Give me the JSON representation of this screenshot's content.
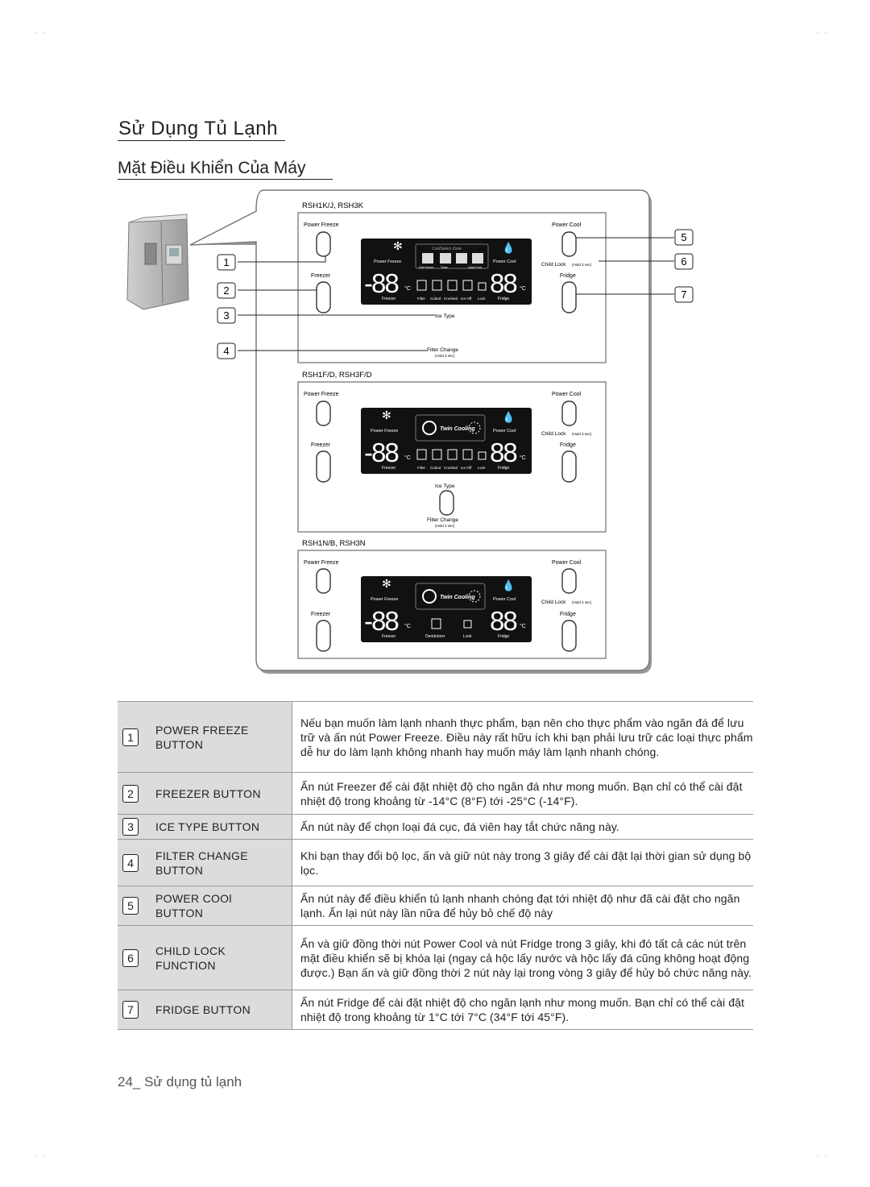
{
  "page": {
    "title": "Sử Dụng Tủ Lạnh",
    "subtitle": "Mặt Điều Khiển Của Máy",
    "footer": "24_ Sử dụng tủ lạnh"
  },
  "panels": [
    {
      "model": "RSH1K/J, RSH3K",
      "power_freeze": "Power Freeze",
      "power_cool": "Power Cool",
      "freezer": "Freezer",
      "fridge": "Fridge",
      "child_lock": "Child Lock",
      "child_lock_hold": "(Hold 3 sec)",
      "display_zone": "CoolSelect Zone",
      "display_icons": [
        "Soft Freeze",
        "Thaw",
        "Quick Cool"
      ],
      "display_bottom": [
        "Freezer",
        "Filter",
        "Cubed",
        "Crushed",
        "Ice Off",
        "Lock",
        "Fridge"
      ],
      "ice_type": "Ice Type",
      "filter_change": "Filter Change",
      "filter_hold": "(Hold 3 sec)"
    },
    {
      "model": "RSH1F/D, RSH3F/D",
      "power_freeze": "Power Freeze",
      "power_cool": "Power Cool",
      "freezer": "Freezer",
      "fridge": "Fridge",
      "child_lock": "Child Lock",
      "child_lock_hold": "(Hold 3 sec)",
      "display_zone": "Twin Cooling",
      "display_bottom": [
        "Freezer",
        "Filter",
        "Cubed",
        "Crushed",
        "Ice Off",
        "Lock",
        "Fridge"
      ],
      "ice_type": "Ice Type",
      "filter_change": "Filter Change",
      "filter_hold": "(Hold 3 sec)"
    },
    {
      "model": "RSH1N/B, RSH3N",
      "power_freeze": "Power Freeze",
      "power_cool": "Power Cool",
      "freezer": "Freezer",
      "fridge": "Fridge",
      "child_lock": "Child Lock",
      "child_lock_hold": "(Hold 3 sec)",
      "display_zone": "Twin Cooling",
      "display_bottom": [
        "Freezer",
        "Deodorizer",
        "Lock",
        "Fridge"
      ]
    }
  ],
  "callouts": [
    "1",
    "2",
    "3",
    "4",
    "5",
    "6",
    "7"
  ],
  "display_digits": "-88",
  "display_unit": "°C",
  "colors": {
    "display_bg": "#111111",
    "panel_border": "#8a8a8a",
    "table_label_bg": "#dcdcdc"
  },
  "table": [
    {
      "num": "1",
      "name": "POWER FREEZE\nBUTTON",
      "desc": "Nếu bạn muốn làm lạnh nhanh thực phẩm, bạn nên cho thực phẩm vào ngăn đá để lưu trữ và ấn nút Power Freeze. Điều này rất hữu ích khi bạn phải lưu trữ các loại thực phẩm dễ hư do làm lạnh không nhanh hay muốn máy làm lạnh nhanh chóng."
    },
    {
      "num": "2",
      "name": "FREEZER BUTTON",
      "desc": "Ấn nút Freezer để cài đặt nhiệt độ cho ngăn đá như mong muốn. Bạn chỉ có thể cài đặt nhiệt độ trong khoảng từ -14°C (8°F) tới -25°C (-14°F)."
    },
    {
      "num": "3",
      "name": "ICE TYPE BUTTON",
      "desc": "Ấn nút này để chọn loại đá cục, đá viên hay tắt chức năng này."
    },
    {
      "num": "4",
      "name": "FILTER CHANGE\nBUTTON",
      "desc": "Khi bạn thay đổi bộ lọc, ấn và giữ nút này trong 3 giây để cài đặt lại thời gian sử dụng bộ lọc."
    },
    {
      "num": "5",
      "name": "POWER COOl\nBUTTON",
      "desc": "Ấn nút này để điều khiển tủ lạnh nhanh chóng đạt tới nhiệt độ như đã cài đặt cho ngăn lạnh. Ấn lại nút này lần nữa để hủy bỏ chế độ này"
    },
    {
      "num": "6",
      "name": "CHILD LOCK\nFUNCTION",
      "desc": "Ấn và giữ đồng thời nút Power Cool và nút Fridge trong 3 giây, khi đó tất cả các nút trên mặt điều khiển sẽ bị khóa lại (ngay cả hộc lấy nước và hộc lấy đá cũng không hoạt động được.) Bạn ấn và giữ đồng thời 2 nút này lại trong vòng 3 giây để hủy bỏ chức năng này."
    },
    {
      "num": "7",
      "name": "FRIDGE BUTTON",
      "desc": "Ấn nút Fridge để cài đặt nhiệt độ cho ngăn lạnh như mong muốn. Bạn chỉ có thể cài đặt nhiệt độ trong khoảng từ 1°C tới 7°C (34°F tới 45°F)."
    }
  ]
}
